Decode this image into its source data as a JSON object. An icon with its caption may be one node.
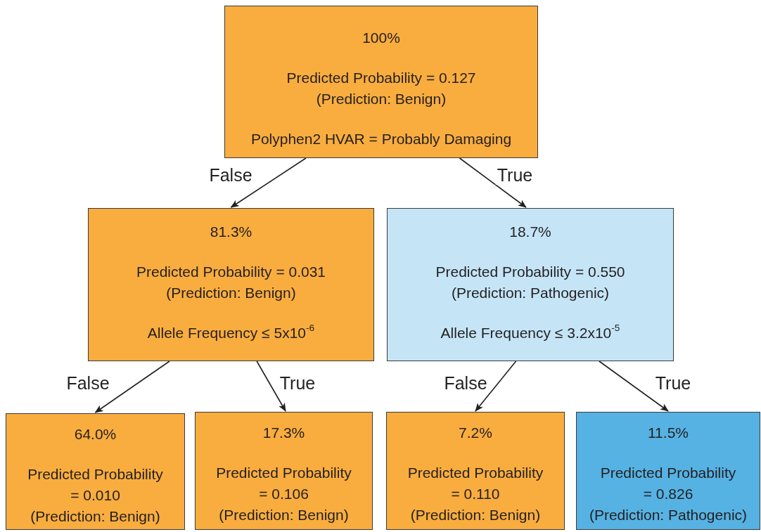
{
  "diagram": {
    "nodes": [
      {
        "text": [
          "100%",
          "Predicted Probability = 0.127",
          "(Prediction: Benign)",
          "Polyphen2 HVAR = Probably Damaging"
        ]
      },
      {
        "text": [
          "81.3%",
          "Predicted Probability = 0.031",
          "(Prediction: Benign)",
          "Allele Frequency ≤ 5x10$^{-6}$"
        ]
      },
      {
        "text": [
          "18.7%",
          "Predicted Probability = 0.550",
          "(Prediction: Pathogenic)",
          "Allele Frequency ≤ 3.2x10$^{-5}$"
        ]
      },
      {
        "text": [
          "64.0%",
          "Predicted Probability = 0.010",
          "(Prediction: Benign)"
        ]
      },
      {
        "text": [
          "17.3%",
          "Predicted Probability = 0.106",
          "(Prediction: Benign)"
        ]
      },
      {
        "text": [
          "7.2%",
          "Predicted Probability = 0.110",
          "(Prediction: Benign)"
        ]
      },
      {
        "text": [
          "11.5%",
          "Predicted Probability = 0.826",
          "(Prediction: Pathogenic)"
        ]
      }
    ],
    "edges": [
      {
        "from": 0,
        "to": 1,
        "arrow": "to",
        "label": "False"
      },
      {
        "from": 0,
        "to": 2,
        "arrow": "to",
        "label": "True"
      },
      {
        "from": 1,
        "to": 3,
        "arrow": "to",
        "label": "False"
      },
      {
        "from": 1,
        "to": 4,
        "arrow": "to",
        "label": "True"
      },
      {
        "from": 2,
        "to": 5,
        "arrow": "to",
        "label": "False"
      },
      {
        "from": 2,
        "to": 6,
        "arrow": "to",
        "label": "True"
      }
    ]
  }
}
